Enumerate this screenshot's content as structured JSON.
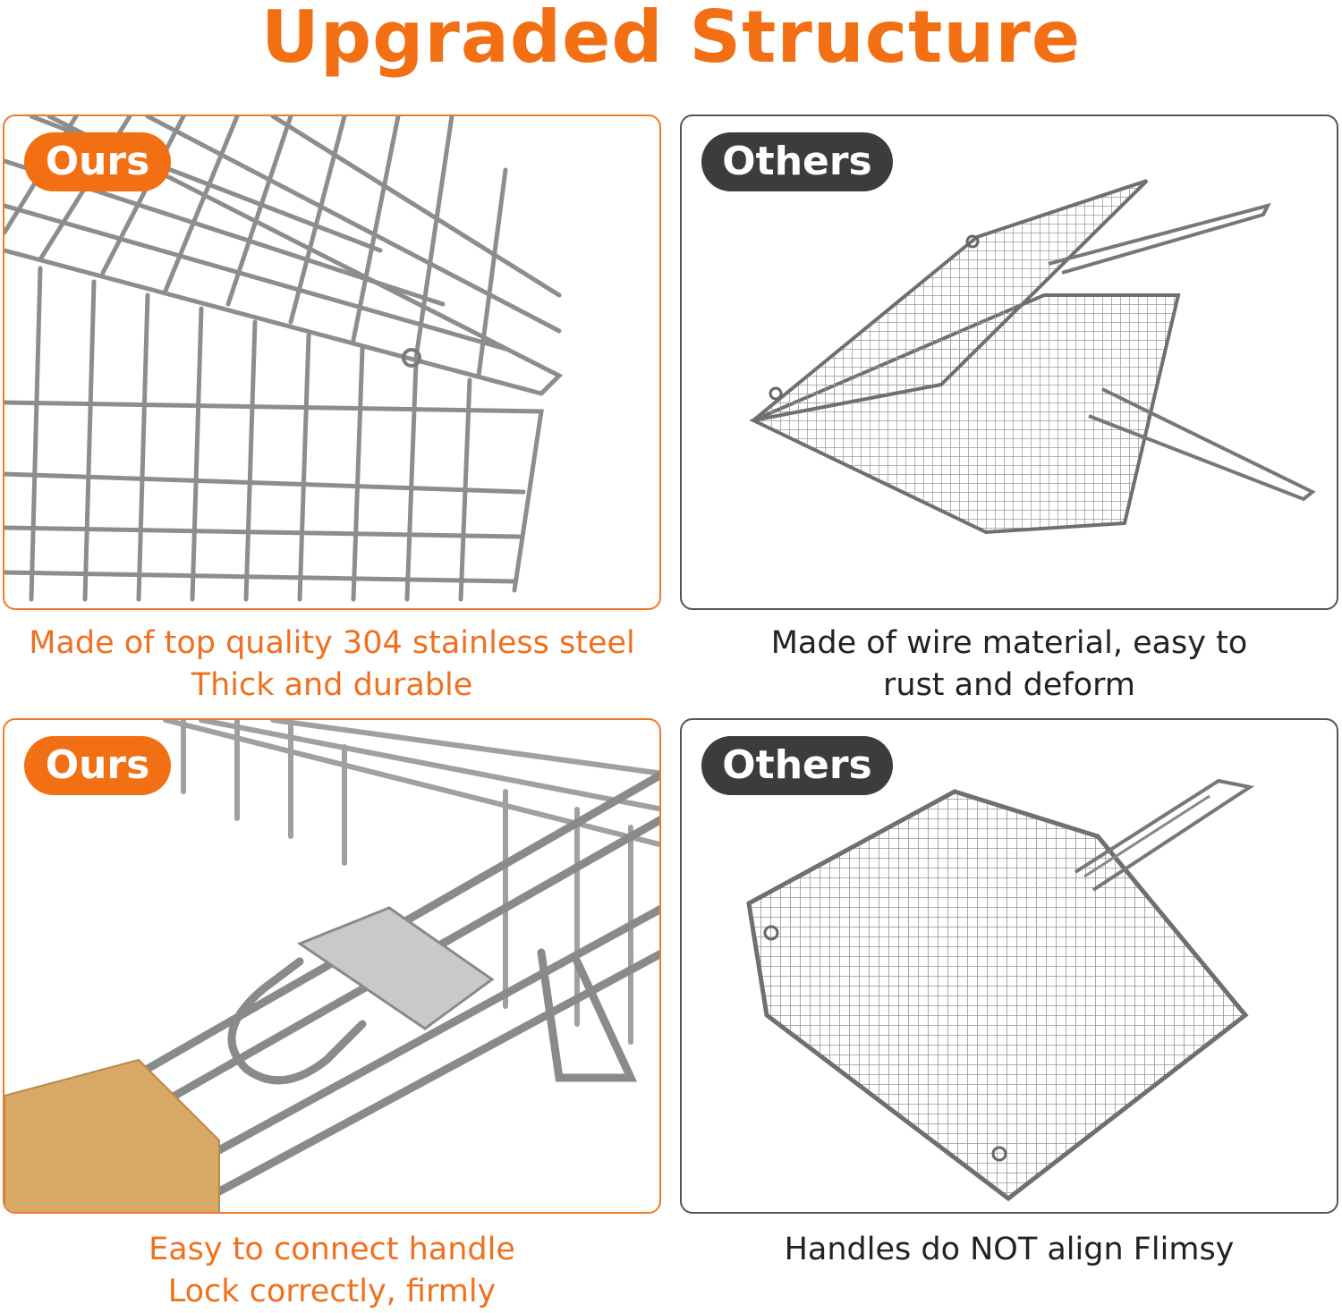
{
  "title": "Upgraded Structure",
  "colors": {
    "accent": "#f36f13",
    "dark_badge": "#3c3c3c",
    "steel": "#9a9a9a",
    "wood": "#d8a867"
  },
  "panels": [
    {
      "badge": "Ours",
      "caption_lines": [
        "Made of top quality 304 stainless steel",
        "Thick and durable"
      ],
      "image": "stainless-steel-basket-photo"
    },
    {
      "badge": "Others",
      "caption_lines": [
        "Made of wire material, easy to",
        "rust and deform"
      ],
      "image": "wire-mesh-grill-photo"
    },
    {
      "badge": "Ours",
      "caption_lines": [
        "Easy to connect handle",
        "Lock correctly, firmly"
      ],
      "image": "handle-lock-closeup-photo"
    },
    {
      "badge": "Others",
      "caption_lines": [
        "Handles do NOT align Flimsy"
      ],
      "image": "flimsy-mesh-grill-photo"
    }
  ]
}
